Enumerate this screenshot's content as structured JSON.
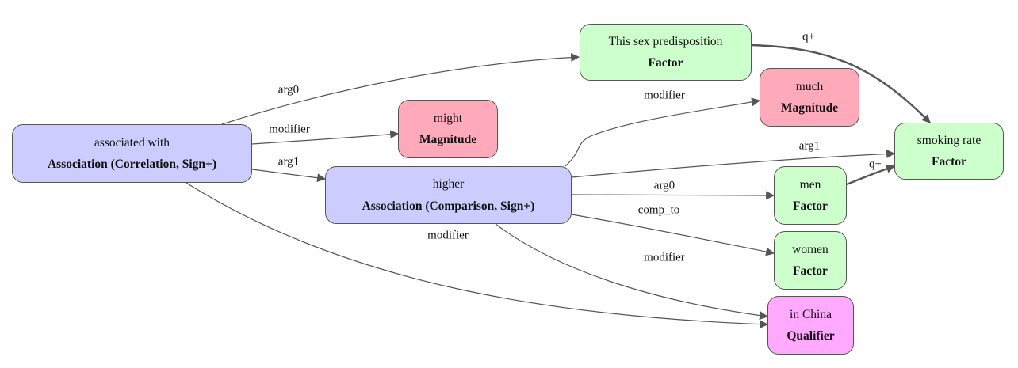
{
  "colors": {
    "association": "#ccccff",
    "factor": "#ccffcc",
    "magnitude": "#ffaabb",
    "qualifier": "#ffaaff",
    "edge": "#555555"
  },
  "nodes": {
    "associated_with": {
      "text": "associated with",
      "type": "Association (Correlation, Sign+)"
    },
    "might": {
      "text": "might",
      "type": "Magnitude"
    },
    "higher": {
      "text": "higher",
      "type": "Association (Comparison, Sign+)"
    },
    "sex_predisposition": {
      "text": "This sex predisposition",
      "type": "Factor"
    },
    "much": {
      "text": "much",
      "type": "Magnitude"
    },
    "smoking_rate": {
      "text": "smoking rate",
      "type": "Factor"
    },
    "men": {
      "text": "men",
      "type": "Factor"
    },
    "women": {
      "text": "women",
      "type": "Factor"
    },
    "in_china": {
      "text": "in China",
      "type": "Qualifier"
    }
  },
  "edges": {
    "assoc_arg0": {
      "label": "arg0",
      "from": "associated with",
      "to": "This sex predisposition"
    },
    "assoc_modifier_might": {
      "label": "modifier",
      "from": "associated with",
      "to": "might"
    },
    "assoc_arg1": {
      "label": "arg1",
      "from": "associated with",
      "to": "higher"
    },
    "assoc_modifier_china": {
      "label": "modifier",
      "from": "associated with",
      "to": "in China"
    },
    "higher_modifier_much": {
      "label": "modifier",
      "from": "higher",
      "to": "much"
    },
    "higher_arg1": {
      "label": "arg1",
      "from": "higher",
      "to": "smoking rate"
    },
    "higher_arg0": {
      "label": "arg0",
      "from": "higher",
      "to": "men"
    },
    "higher_comp_to": {
      "label": "comp_to",
      "from": "higher",
      "to": "women"
    },
    "higher_modifier_china": {
      "label": "modifier",
      "from": "higher",
      "to": "in China"
    },
    "sex_q_plus": {
      "label": "q+",
      "from": "This sex predisposition",
      "to": "smoking rate"
    },
    "men_q_plus": {
      "label": "q+",
      "from": "men",
      "to": "smoking rate"
    }
  }
}
